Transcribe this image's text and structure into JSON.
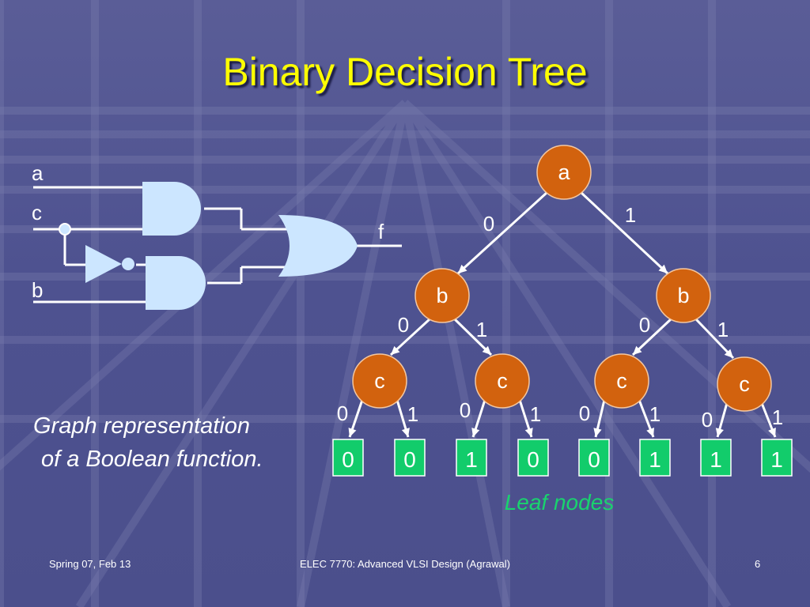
{
  "slide": {
    "title": "Binary Decision Tree",
    "caption_line1": "Graph representation",
    "caption_line2": "of a Boolean function.",
    "leaf_caption": "Leaf nodes"
  },
  "circuit": {
    "inputs": [
      "a",
      "c",
      "b"
    ],
    "output": "f",
    "gates": [
      "and",
      "and",
      "or",
      "not"
    ]
  },
  "tree": {
    "root": "a",
    "root_edges": [
      "0",
      "1"
    ],
    "level2": [
      "b",
      "b"
    ],
    "level2_edges": [
      "0",
      "1",
      "0",
      "1"
    ],
    "level3": [
      "c",
      "c",
      "c",
      "c"
    ],
    "level3_edges": [
      "0",
      "1",
      "0",
      "1",
      "0",
      "1",
      "0",
      "1"
    ],
    "leaves": [
      "0",
      "0",
      "1",
      "0",
      "0",
      "1",
      "1",
      "1"
    ]
  },
  "colors": {
    "node_fill": "#d2620e",
    "leaf_fill": "#12cc6b",
    "leaf_caption": "#19d36e",
    "gate_fill": "#cce6ff",
    "title": "#ffff00"
  },
  "footer": {
    "left": "Spring 07, Feb 13",
    "center": "ELEC 7770: Advanced VLSI Design (Agrawal)",
    "page": "6"
  }
}
